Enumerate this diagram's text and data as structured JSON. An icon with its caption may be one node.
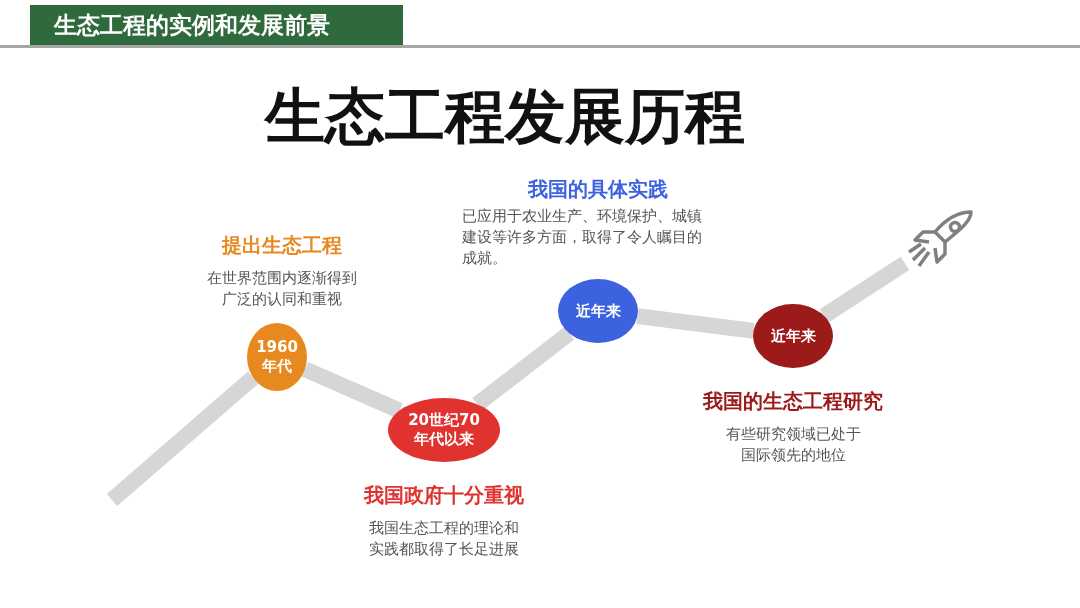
{
  "diagram": {
    "title": "生态工程发展历程",
    "nodes": [
      {
        "text": [
          "生态工程的实例和发展前景"
        ]
      },
      {
        "text": [
          "1960年代"
        ],
        "beside": [
          "提出生态工程",
          "在世界范围内逐渐得到广泛的认同和重视"
        ]
      },
      {
        "text": [
          "20世纪70年代以来"
        ],
        "beside": [
          "我国政府十分重视",
          "我国生态工程的理论和实践都取得了长足进展"
        ]
      },
      {
        "text": [
          "近年来"
        ],
        "beside": [
          "我国的具体实践",
          "已应用于农业生产、环境保护、城镇建设等许多方面，取得了令人瞩目的成就。"
        ]
      },
      {
        "text": [
          "近年来"
        ],
        "beside": [
          "我国的生态工程研究",
          "有些研究领域已处于国际领先的地位"
        ]
      },
      {
        "text": [],
        "shape": "picture"
      }
    ],
    "edges": [
      {
        "from": null,
        "to": 1,
        "arrow": "none"
      },
      {
        "from": 1,
        "to": 2,
        "arrow": "none"
      },
      {
        "from": 2,
        "to": 3,
        "arrow": "none"
      },
      {
        "from": 3,
        "to": 4,
        "arrow": "none"
      },
      {
        "from": 4,
        "to": 5,
        "arrow": "none"
      }
    ]
  }
}
